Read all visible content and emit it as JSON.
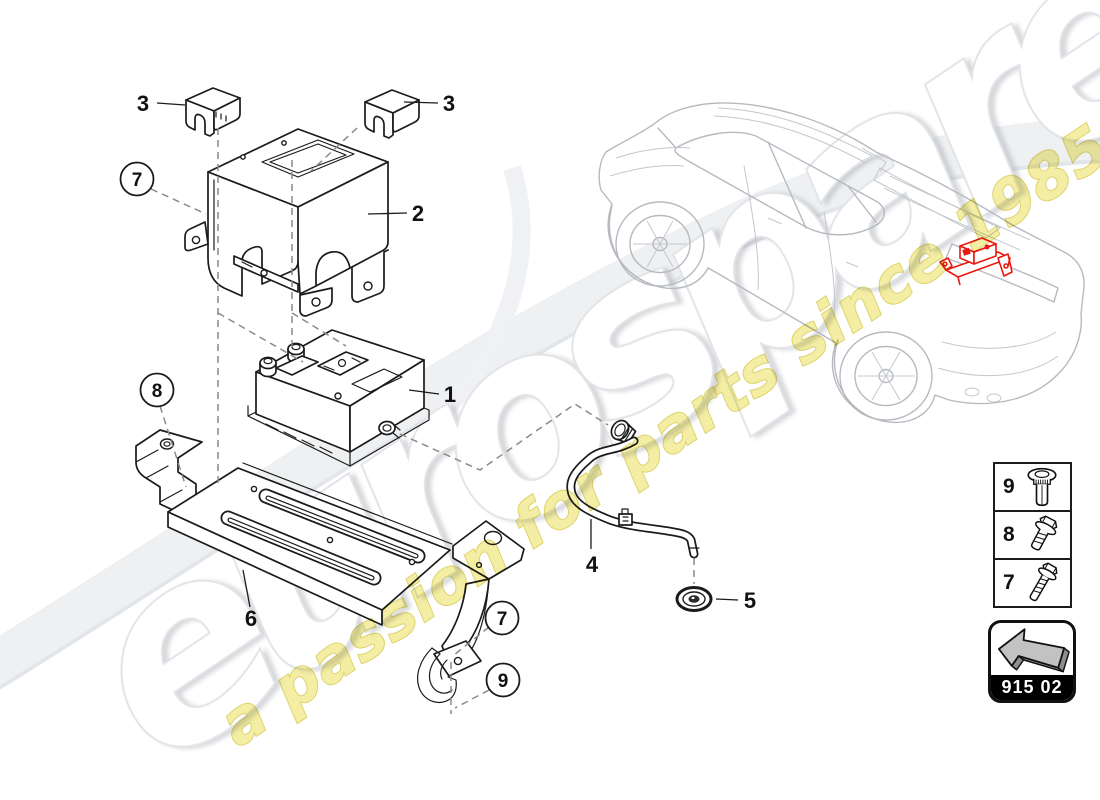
{
  "watermark": {
    "brand": "eurospares",
    "tagline": "a passion for parts since 1985"
  },
  "callouts": [
    {
      "part": "battery",
      "label": "1"
    },
    {
      "part": "battery-cover",
      "label": "2"
    },
    {
      "part": "cap-left",
      "label": "3"
    },
    {
      "part": "cap-right",
      "label": "3"
    },
    {
      "part": "vent-hose",
      "label": "4"
    },
    {
      "part": "grommet",
      "label": "5"
    },
    {
      "part": "support-bracket",
      "label": "6"
    },
    {
      "part": "bolt-upper",
      "label": "7"
    },
    {
      "part": "bolt-lower",
      "label": "7"
    },
    {
      "part": "bolt-left",
      "label": "8"
    },
    {
      "part": "rivet",
      "label": "9"
    }
  ],
  "legend": {
    "rows": [
      {
        "label": "9",
        "icon": "rivet-icon"
      },
      {
        "label": "8",
        "icon": "flange-bolt-short-icon"
      },
      {
        "label": "7",
        "icon": "flange-bolt-long-icon"
      }
    ]
  },
  "diagram_code": {
    "label": "915 02"
  },
  "colors": {
    "line": "#1b1b1b",
    "dashed_line": "#8a8a8a",
    "car_outline": "#b6bac0",
    "part_highlight": "#e8190f",
    "tagline_yellow": "#f4eea0",
    "brand_edge_gray": "#e2e4e7"
  }
}
